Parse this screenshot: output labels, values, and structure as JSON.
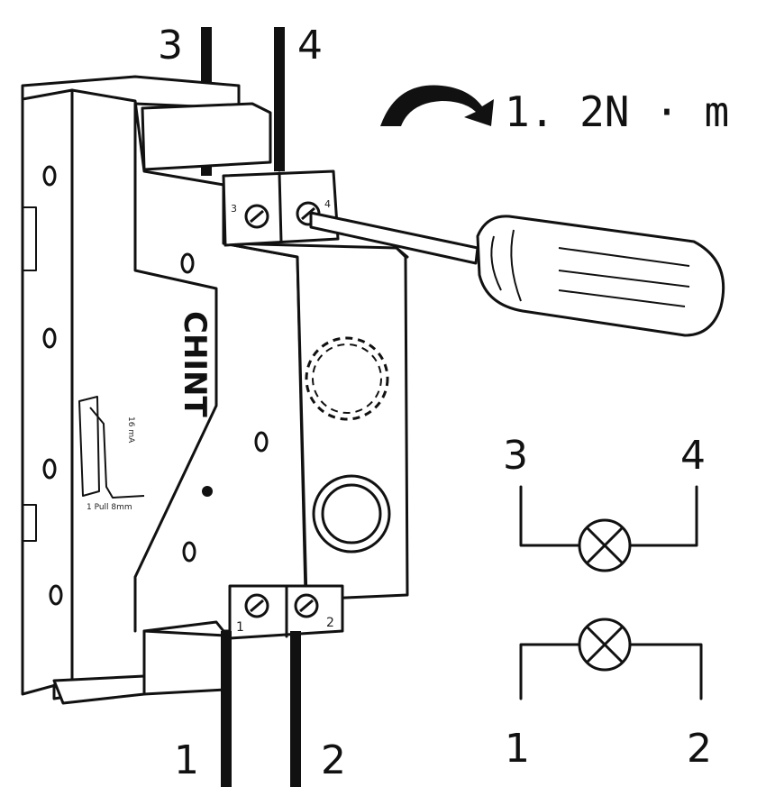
{
  "wire_labels": {
    "top_left": "3",
    "top_right": "4",
    "bottom_left": "1",
    "bottom_right": "2"
  },
  "torque": {
    "value": "1. 2N · m",
    "icon": "rotate-clockwise-arrow-icon"
  },
  "device": {
    "brand": "CHINT",
    "terminal_labels": [
      "3",
      "4",
      "1",
      "2"
    ],
    "side_label_text": [
      "16 mA",
      "1 Pull 8mm"
    ]
  },
  "schematic": {
    "top_labels": [
      "3",
      "4"
    ],
    "bottom_labels": [
      "1",
      "2"
    ],
    "lamp_icon": "indicator-lamp-icon"
  },
  "colors": {
    "line": "#111111",
    "background": "#ffffff"
  }
}
